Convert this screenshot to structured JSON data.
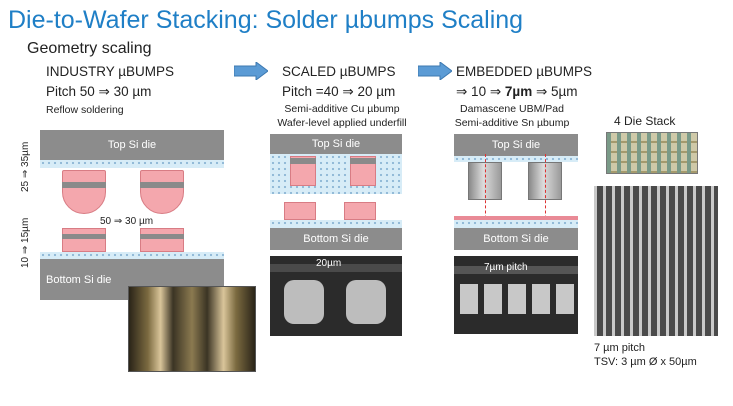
{
  "title": "Die-to-Wafer Stacking: Solder µbumps Scaling",
  "subtitle": "Geometry scaling",
  "columns": {
    "industry": {
      "heading": "INDUSTRY µBUMPS",
      "pitch": "Pitch  50 ⇒ 30 µm",
      "note": "Reflow soldering",
      "top_die": "Top Si die",
      "bottom_die": "Bottom Si die",
      "dim_pitch": "50 ⇒ 30 µm",
      "dim_height_top": "25 ⇒ 35µm",
      "dim_height_bottom": "10 ⇒ 15µm"
    },
    "scaled": {
      "heading": "SCALED µBUMPS",
      "pitch": "Pitch =40 ⇒ 20 µm",
      "note1": "Semi-additive Cu µbump",
      "note2": "Wafer-level applied underfill",
      "top_die": "Top Si die",
      "bottom_die": "Bottom Si die",
      "sem_label": "20µm"
    },
    "embedded": {
      "heading": "EMBEDDED µBUMPS",
      "pitch_prefix": "⇒ 10 ⇒ ",
      "pitch_bold": "7µm",
      "pitch_suffix": " ⇒ 5µm",
      "note1": "Damascene UBM/Pad",
      "note2": "Semi-additive Sn µbump",
      "top_die": "Top Si die",
      "bottom_die": "Bottom Si die",
      "sem_label": "7µm pitch"
    },
    "stack": {
      "heading": "4 Die Stack",
      "footer1": "7 µm pitch",
      "footer2": "TSV: 3 µm Ø x 50µm"
    }
  },
  "colors": {
    "title": "#1f7fc6",
    "arrow": "#5b9bd5",
    "bump": "#f4a7ad",
    "die": "#8c8c8c"
  }
}
